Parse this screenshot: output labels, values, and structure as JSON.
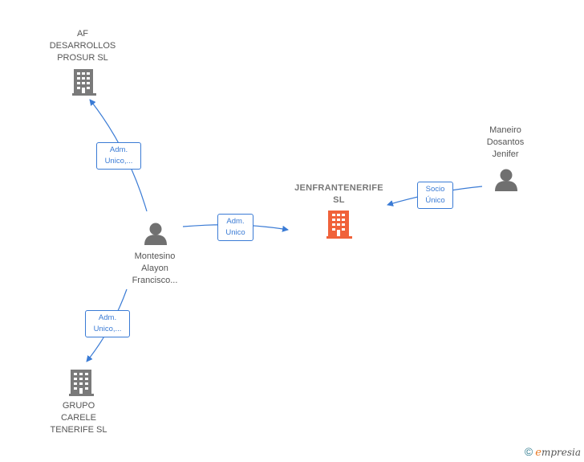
{
  "colors": {
    "edge": "#3a7bd5",
    "main_company": "#f0623a",
    "company": "#7a7a7a",
    "person": "#707070"
  },
  "nodes": {
    "af": {
      "label": "AF\nDESARROLLOS\nPROSUR  SL",
      "icon": "building-icon"
    },
    "main": {
      "label": "JENFRANTENERIFE\nSL",
      "icon": "building-icon"
    },
    "maneiro": {
      "label": "Maneiro\nDosantos\nJenifer",
      "icon": "person-icon"
    },
    "montesino": {
      "label": "Montesino\nAlayon\nFrancisco...",
      "icon": "person-icon"
    },
    "grupo": {
      "label": "GRUPO\nCARELE\nTENERIFE  SL",
      "icon": "building-icon"
    }
  },
  "relations": {
    "to_af": "Adm.\nUnico,...",
    "to_main": "Adm.\nUnico",
    "socio": "Socio\nÚnico",
    "to_grupo": "Adm.\nUnico,..."
  },
  "footer": {
    "copyright": "©",
    "brand_initial": "e",
    "brand_rest": "mpresia"
  }
}
